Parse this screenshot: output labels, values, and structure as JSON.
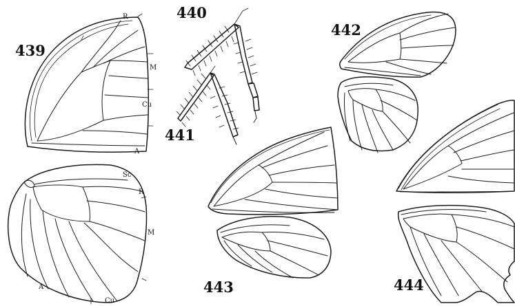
{
  "figures": {
    "fig439": {
      "number": "439"
    },
    "fig440": {
      "number": "440"
    },
    "fig441": {
      "number": "441"
    },
    "fig442": {
      "number": "442"
    },
    "fig443": {
      "number": "443"
    },
    "fig444": {
      "number": "444"
    }
  },
  "vein_labels": {
    "forewing": {
      "r": "R",
      "m": "M",
      "cu": "Cu",
      "a": "A"
    },
    "hindwing": {
      "sc": "Sc",
      "r": "R",
      "m": "M",
      "a": "A",
      "cu": "Cu"
    }
  },
  "colors": {
    "ink": "#1a1a1a",
    "paper": "#ffffff"
  }
}
